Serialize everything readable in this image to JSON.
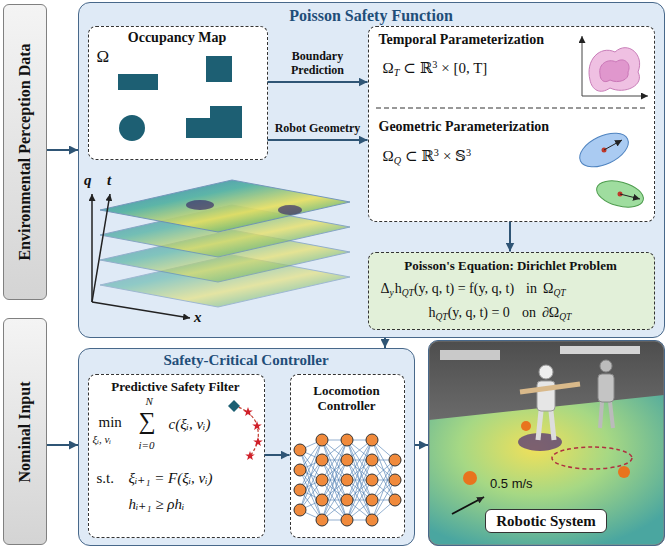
{
  "diagram": {
    "nodes": [
      {
        "text": [
          "Environmental Perception Data"
        ]
      },
      {
        "text": [
          "Poisson Safety Function"
        ]
      },
      {
        "text": [
          "Occupancy Map",
          "Ω"
        ],
        "in": 1
      },
      {
        "text": [
          "Temporal Parameterization",
          "Ω",
          "T",
          "⊂ ℝ",
          "3",
          "× [0, T]",
          "Geometric Parameterization",
          "Ω",
          "Q",
          "⊂ ℝ",
          "3",
          "× 𝕊",
          "3"
        ],
        "in": 1
      },
      {
        "text": [
          "Poisson's Equation: Dirichlet Problem",
          "Δ",
          "y",
          "h",
          "QT",
          "(y, q, t) = f(y, q, t)",
          "in",
          "Ω",
          "QT",
          "h",
          "QT",
          "(y, q, t) = 0",
          "on",
          "∂Ω",
          "QT"
        ],
        "in": 1
      },
      {
        "text": [
          "Nominal Input"
        ]
      },
      {
        "text": [
          "Safety-Critical Controller"
        ]
      },
      {
        "text": [
          "Predictive Safety Filter",
          "min",
          "ξᵢ, νᵢ",
          "N",
          "∑",
          "i=0",
          "c(ξᵢ, νᵢ)",
          "s.t.",
          "ξᵢ₊₁ = F(ξᵢ, νᵢ)",
          "hᵢ₊₁ ≥ ρhᵢ"
        ],
        "in": 6
      },
      {
        "text": [
          "Locomotion Controller"
        ],
        "in": 6
      },
      {
        "text": [
          "Robotic System"
        ]
      }
    ],
    "edges": [
      {
        "from": 0,
        "to": 1,
        "arrow": "to"
      },
      {
        "from": 2,
        "to": 3,
        "label": "Boundary Prediction",
        "arrow": "to"
      },
      {
        "from": 2,
        "to": 3,
        "label": "Robot Geometry",
        "arrow": "to"
      },
      {
        "from": 3,
        "to": 4,
        "arrow": "to"
      },
      {
        "from": 1,
        "to": 6,
        "arrow": "to"
      },
      {
        "from": 5,
        "to": 6,
        "arrow": "to"
      },
      {
        "from": 7,
        "to": 8,
        "arrow": "to"
      },
      {
        "from": 6,
        "to": 9,
        "arrow": "to"
      }
    ],
    "labels": [
      "q",
      "t",
      "x",
      "0.5 m/s"
    ]
  }
}
